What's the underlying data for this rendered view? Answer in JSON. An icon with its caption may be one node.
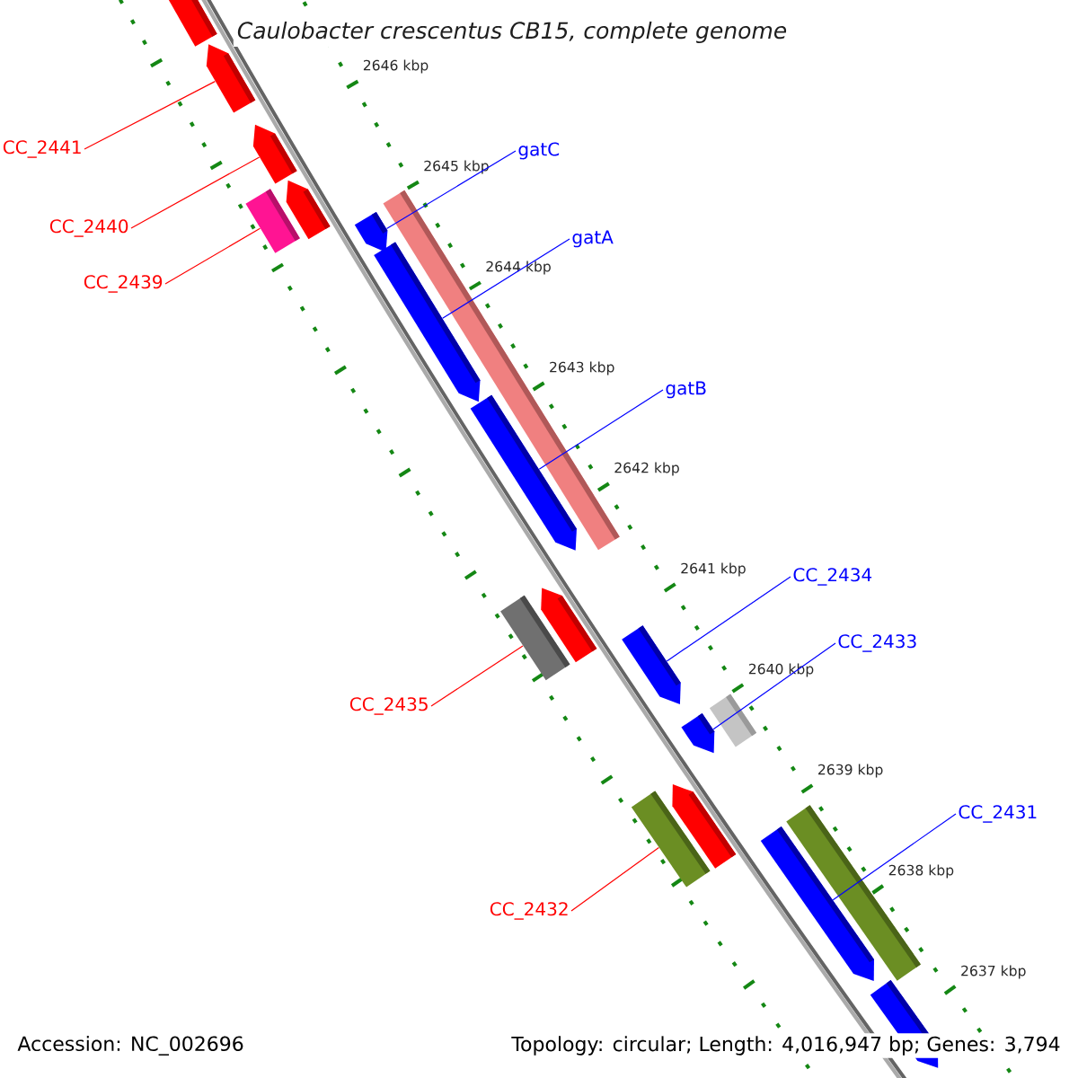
{
  "diagram": {
    "title": "Caulobacter crescentus CB15, complete genome",
    "nodes": [
      {
        "text": [
          "CC_2441"
        ]
      },
      {
        "text": [
          "gatC"
        ]
      },
      {
        "text": [
          "CC_2440"
        ]
      },
      {
        "text": [
          "gatA"
        ]
      },
      {
        "text": [
          "CC_2439"
        ]
      },
      {
        "text": [
          "gatB"
        ]
      },
      {
        "text": [
          "CC_2434"
        ]
      },
      {
        "text": [
          "CC_2433"
        ]
      },
      {
        "text": [
          "CC_2435"
        ]
      },
      {
        "text": [
          "CC_2431"
        ]
      },
      {
        "text": [
          "CC_2432"
        ]
      },
      {
        "text": [],
        "shape": "pentagon"
      },
      {
        "text": [],
        "shape": "pentagon"
      },
      {
        "text": [],
        "shape": "pentagon"
      },
      {
        "text": [],
        "shape": "pentagon"
      },
      {
        "text": [],
        "shape": "box"
      },
      {
        "text": [],
        "shape": "pentagon"
      },
      {
        "text": [],
        "shape": "pentagon"
      },
      {
        "text": [],
        "shape": "box"
      },
      {
        "text": [],
        "shape": "pentagon"
      },
      {
        "text": [],
        "shape": "pentagon"
      },
      {
        "text": [],
        "shape": "box"
      },
      {
        "text": [],
        "shape": "pentagon"
      },
      {
        "text": [],
        "shape": "box"
      },
      {
        "text": [],
        "shape": "pentagon"
      },
      {
        "text": [],
        "shape": "pentagon"
      },
      {
        "text": [],
        "shape": "box"
      },
      {
        "text": [],
        "shape": "box"
      },
      {
        "text": [],
        "shape": "pentagon"
      },
      {
        "text": [],
        "shape": "pentagon"
      }
    ],
    "edges": [
      {
        "from": 0,
        "to": 12,
        "arrow": "none",
        "color": "#ff0000"
      },
      {
        "from": 1,
        "to": 16,
        "arrow": "none"
      },
      {
        "from": 2,
        "to": 13,
        "arrow": "none",
        "color": "#ff0000"
      },
      {
        "from": 3,
        "to": 17,
        "arrow": "none"
      },
      {
        "from": 4,
        "to": 15,
        "arrow": "none",
        "color": "#ff0000"
      },
      {
        "from": 5,
        "to": 19,
        "arrow": "none"
      },
      {
        "from": 6,
        "to": 22,
        "arrow": "none"
      },
      {
        "from": 7,
        "to": 24,
        "arrow": "none"
      },
      {
        "from": 8,
        "to": 21,
        "arrow": "none",
        "color": "#ff0000"
      },
      {
        "from": 9,
        "to": 28,
        "arrow": "none"
      },
      {
        "from": 10,
        "to": 26,
        "arrow": "none",
        "color": "#ff0000"
      }
    ],
    "labels": [
      "2646 kbp",
      "2645 kbp",
      "2644 kbp",
      "2643 kbp",
      "2642 kbp",
      "2641 kbp",
      "2640 kbp",
      "2639 kbp",
      "2638 kbp",
      "2637 kbp",
      "Accession: NC_002696",
      "Topology: circular; Length: 4,016,947 bp; Genes: 3,794"
    ]
  }
}
